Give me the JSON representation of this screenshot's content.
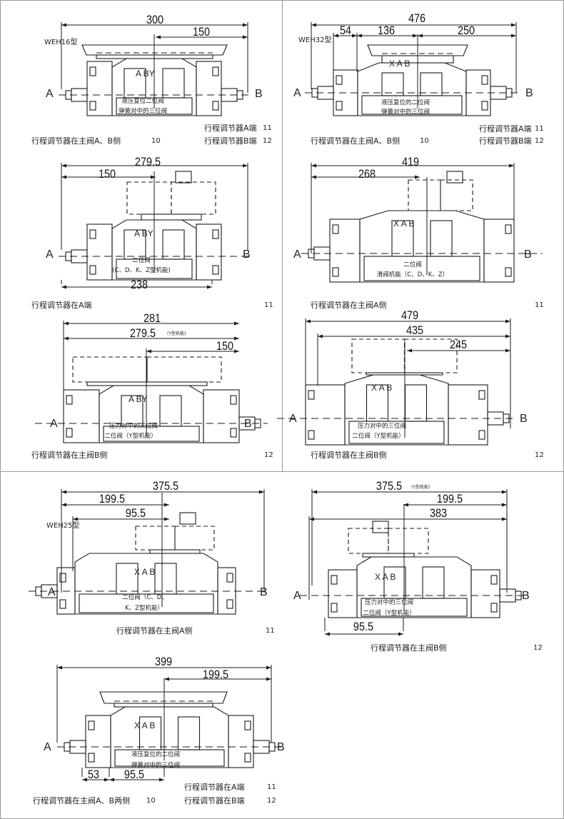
{
  "panels": [
    {
      "model": "WEH16型",
      "dims": [
        "300",
        "150"
      ],
      "ports": [
        "A",
        "B"
      ],
      "pilot_ports": "A  BY",
      "body": [
        "液压复位二位阀",
        "弹簧对中的三位阀"
      ],
      "captions": [
        {
          "text": "行程调节器A端",
          "code": "11"
        },
        {
          "text": "行程调节器在主阀A、B侧",
          "code": "10"
        },
        {
          "text": "行程调节器B端",
          "code": "12"
        }
      ]
    },
    {
      "model": "WEH32型",
      "dims": [
        "476",
        "54",
        "136",
        "250"
      ],
      "ports": [
        "A",
        "B"
      ],
      "pilot_ports": "X  A      B",
      "body": [
        "液压复位的二位阀",
        "弹簧对中的三位阀"
      ],
      "captions": [
        {
          "text": "行程调节器A端",
          "code": "11"
        },
        {
          "text": "行程调节器在主阀A、B侧",
          "code": "10"
        },
        {
          "text": "行程调节器B端",
          "code": "12"
        }
      ]
    },
    {
      "dims": [
        "279.5",
        "150",
        "238"
      ],
      "ports": [
        "A",
        "B"
      ],
      "pilot_ports": "A  BY",
      "body": [
        "二位阀",
        "(C、D、K、Z型机能)"
      ],
      "captions": [
        {
          "text": "行程调节器在A端",
          "code": "11"
        }
      ]
    },
    {
      "dims": [
        "419",
        "268"
      ],
      "ports": [
        "A",
        "B"
      ],
      "pilot_ports": "X   A      B",
      "body": [
        "二位阀",
        "滑阀机能（C、D、K、Z）"
      ],
      "captions": [
        {
          "text": "行程调节器在主阀A侧",
          "code": "11"
        }
      ]
    },
    {
      "dims": [
        "281",
        "279.5",
        "150"
      ],
      "dim_note": "(Y型机能)",
      "ports": [
        "A",
        "B"
      ],
      "pilot_ports": "A  BY",
      "body": [
        "压力对中的三位阀",
        "二位阀（Y型机能）"
      ],
      "captions": [
        {
          "text": "行程调节器在主阀B侧",
          "code": "12"
        }
      ]
    },
    {
      "dims": [
        "479",
        "435",
        "245"
      ],
      "ports": [
        "A",
        "B"
      ],
      "pilot_ports": "X   A      B",
      "body": [
        "压力对中的三位阀",
        "二位阀（Y型机能）"
      ],
      "captions": [
        {
          "text": "行程调节器在主阀B侧",
          "code": "12"
        }
      ]
    },
    {
      "model": "WEH25型",
      "dims": [
        "375.5",
        "199.5",
        "95.5"
      ],
      "ports": [
        "A",
        "B"
      ],
      "pilot_ports": "X A   B",
      "body": [
        "二位阀（C、D、",
        "K、Z型机能）"
      ],
      "captions": [
        {
          "text": "行程调节器在主阀A侧",
          "code": "11"
        }
      ]
    },
    {
      "dims": [
        "375.5",
        "199.5",
        "383",
        "95.5"
      ],
      "dim_note": "(Y型机能)",
      "ports": [
        "A",
        "B"
      ],
      "pilot_ports": "X A   B",
      "body": [
        "压力对中的三位阀",
        "二位阀（Y型机能）"
      ],
      "captions": [
        {
          "text": "行程调节器在主阀B侧",
          "code": "12"
        }
      ]
    },
    {
      "dims": [
        "399",
        "199.5",
        "53",
        "95.5"
      ],
      "ports": [
        "A",
        "B"
      ],
      "pilot_ports": "X A   B",
      "body": [
        "液压复位的二位阀",
        "弹簧对中的三位阀"
      ],
      "captions": [
        {
          "text": "行程调节器在A端",
          "code": "11"
        },
        {
          "text": "行程调节器在主阀A、B两侧",
          "code": "10"
        },
        {
          "text": "行程调节器在B端",
          "code": "12"
        }
      ]
    }
  ],
  "colors": {
    "line": "#1a1a1a",
    "divider": "#9a9a9a"
  }
}
